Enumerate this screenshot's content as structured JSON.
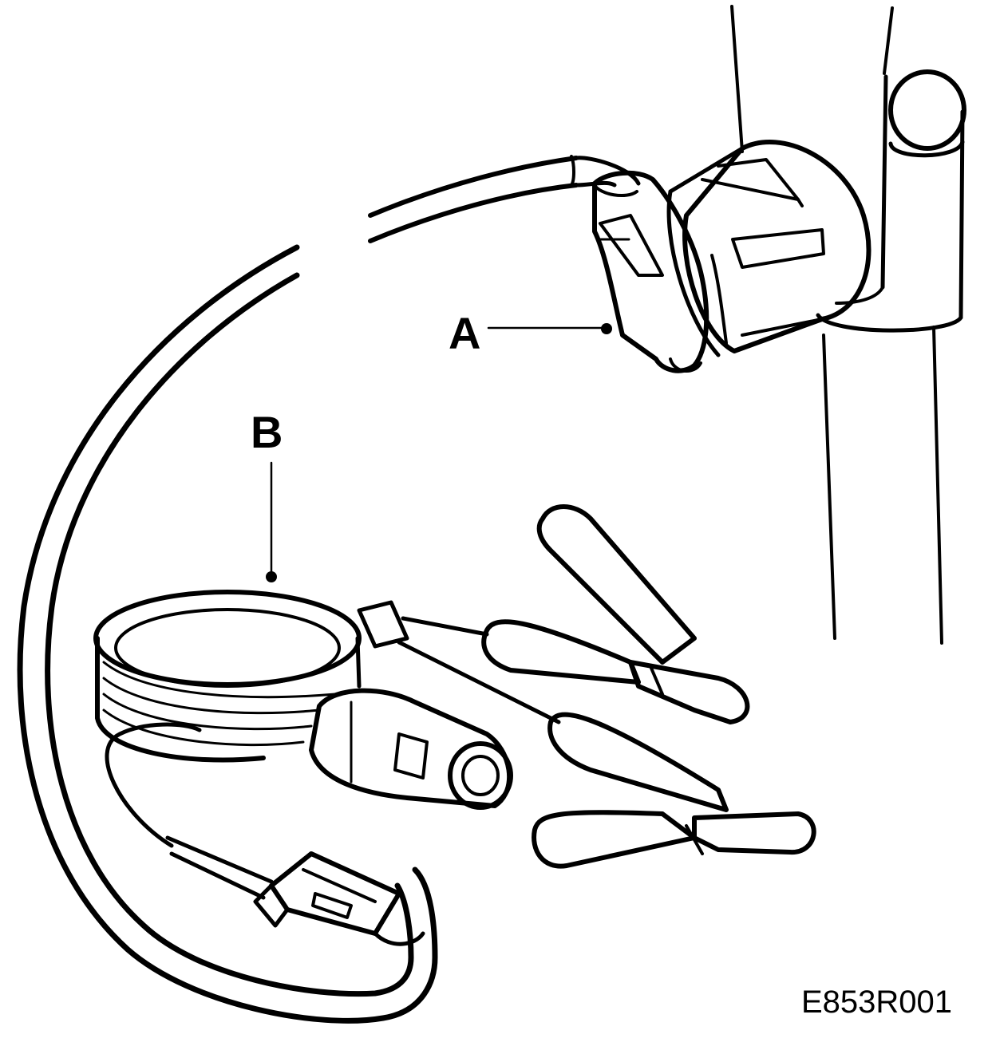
{
  "labels": {
    "a": "A",
    "b": "B"
  },
  "figure_id": "E853R001",
  "colors": {
    "line": "#000000",
    "background": "#ffffff"
  }
}
